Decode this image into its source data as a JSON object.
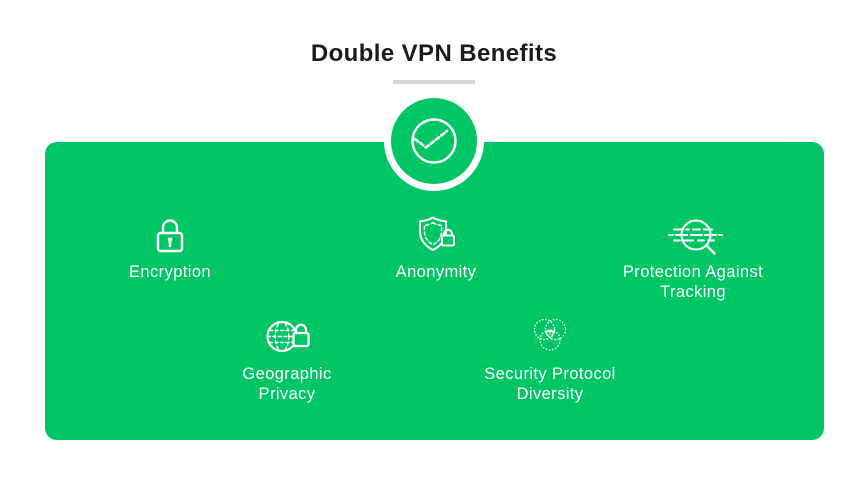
{
  "header": {
    "title": "Double VPN Benefits"
  },
  "badge": {
    "icon": "dashed-check-in-circle"
  },
  "benefits": {
    "items": [
      {
        "icon": "lock-icon",
        "label": "Encryption"
      },
      {
        "icon": "shield-lock-icon",
        "label": "Anonymity"
      },
      {
        "icon": "magnifier-tracking-icon",
        "label": "Protection Against Tracking"
      },
      {
        "icon": "globe-lock-icon",
        "label": "Geographic Privacy"
      },
      {
        "icon": "venn-diagram-icon",
        "label": "Security Protocol Diversity"
      }
    ]
  },
  "colors": {
    "accent_green": "#00C565",
    "title_text": "#1B1B1B",
    "label_text": "#FFFFFF",
    "divider": "#D6D6D6",
    "background": "#FFFFFF"
  }
}
